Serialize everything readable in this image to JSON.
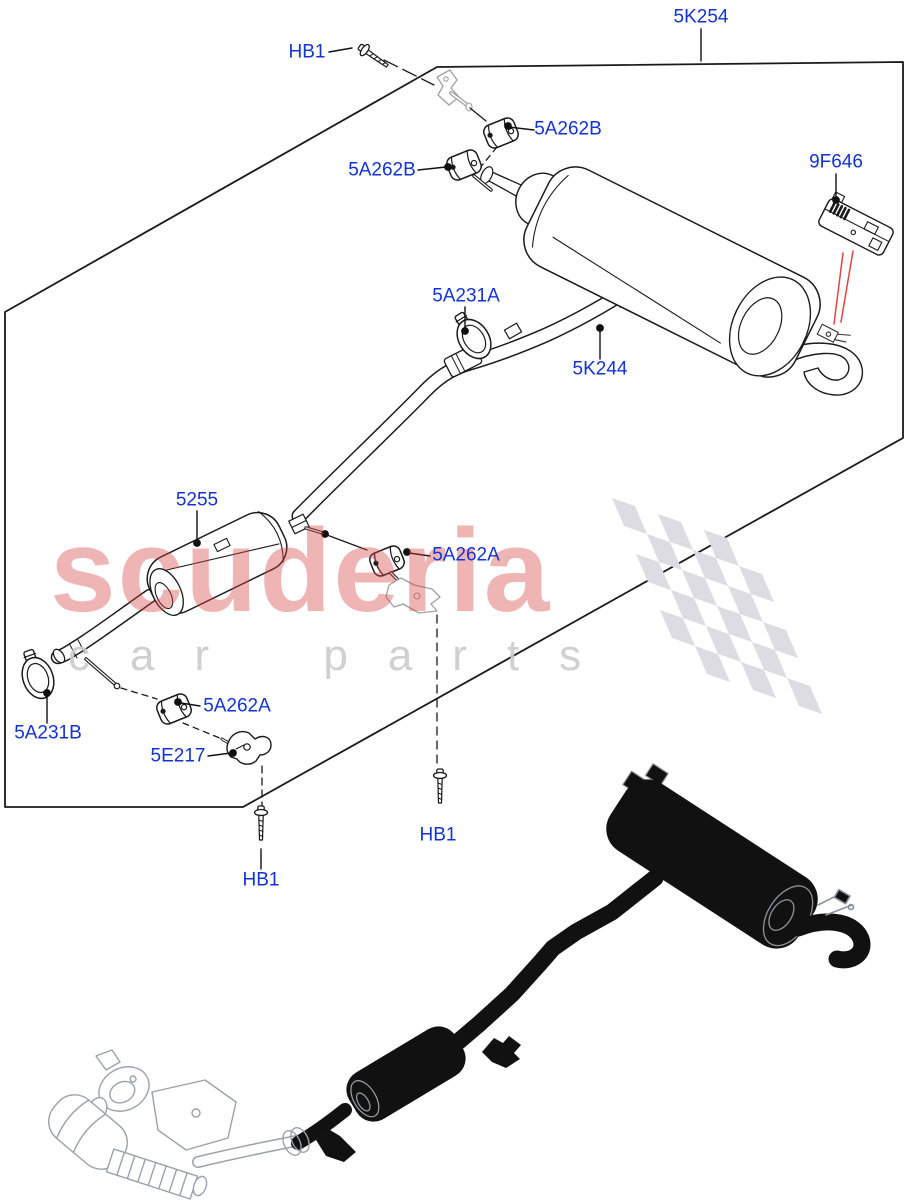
{
  "colors": {
    "label_blue": "#1233d6",
    "leader_red": "#e04444",
    "watermark_red": "#d94545",
    "watermark_gray": "#cbcbcb"
  },
  "watermark": {
    "brand": "scuderia",
    "tagline": "car parts"
  },
  "parts": {
    "hb1": "HB1",
    "k5254": "5K254",
    "a5262b": "5A262B",
    "f9646": "9F646",
    "a5231a": "5A231A",
    "k5244": "5K244",
    "s5255": "5255",
    "a5262a": "5A262A",
    "a5231b": "5A231B",
    "e5217": "5E217"
  }
}
